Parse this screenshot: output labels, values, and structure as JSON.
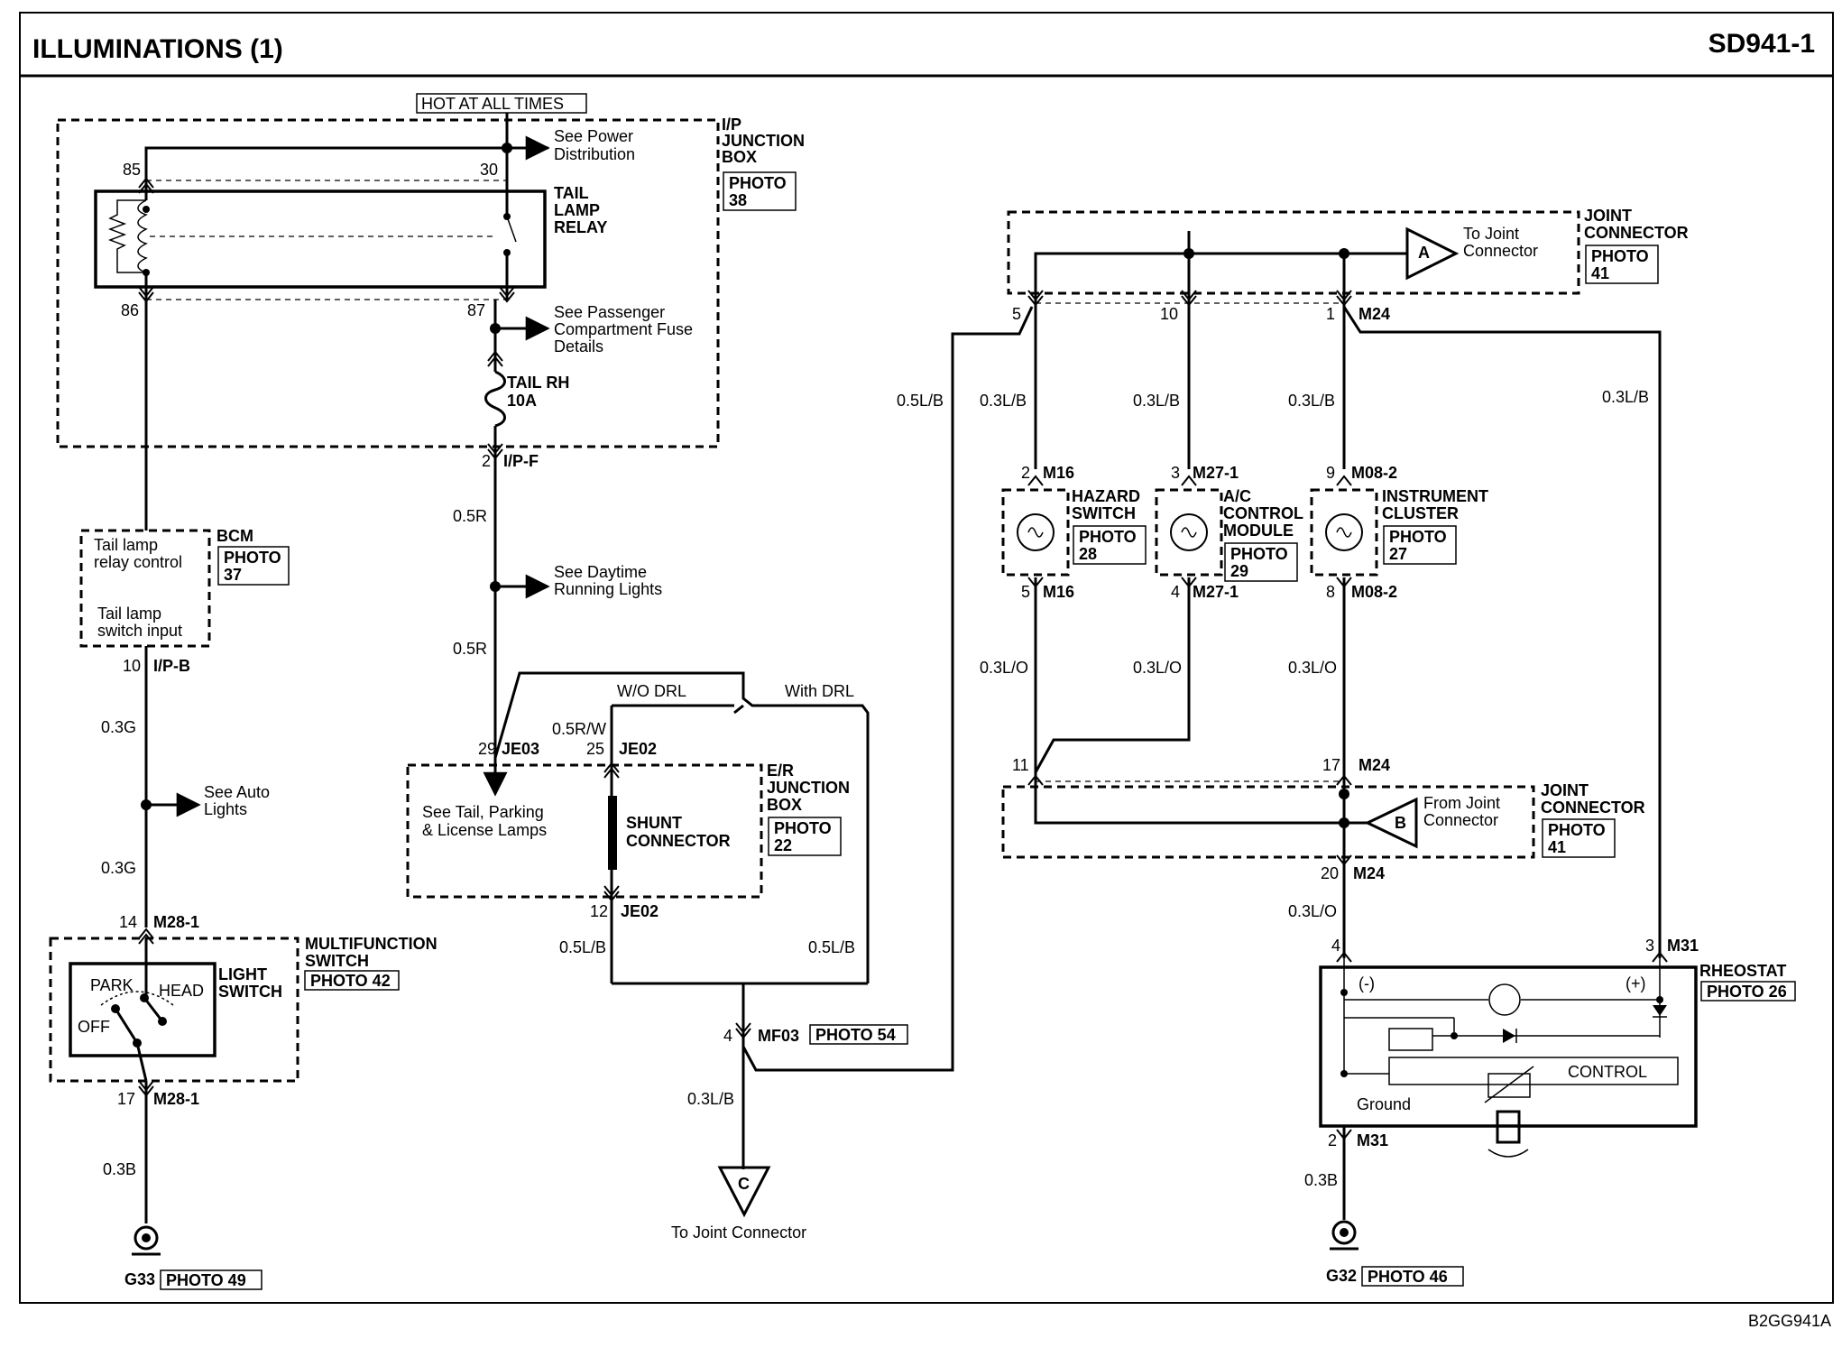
{
  "title": "ILLUMINATIONS (1)",
  "page_code": "SD941-1",
  "figure_code": "B2GG941A",
  "power_label": "HOT AT ALL TIMES",
  "ip_junction_box": {
    "name1": "I/P",
    "name2": "JUNCTION",
    "name3": "BOX",
    "photo": "PHOTO",
    "photo_no": "38"
  },
  "tail_lamp_relay": {
    "name1": "TAIL",
    "name2": "LAMP",
    "name3": "RELAY",
    "pin_85": "85",
    "pin_30": "30",
    "pin_86": "86",
    "pin_87": "87"
  },
  "see_power": {
    "line1": "See Power",
    "line2": "Distribution"
  },
  "see_passenger": {
    "line1": "See Passenger",
    "line2": "Compartment Fuse",
    "line3": "Details"
  },
  "fuse": {
    "name": "TAIL RH",
    "rating": "10A"
  },
  "ipf": {
    "pin": "2",
    "conn": "I/P-F"
  },
  "wire_05r_1": "0.5R",
  "wire_05r_2": "0.5R",
  "see_daytime": {
    "line1": "See Daytime",
    "line2": "Running Lights"
  },
  "bcm": {
    "name": "BCM",
    "photo": "PHOTO",
    "photo_no": "37",
    "text1": "Tail lamp",
    "text2": "relay control",
    "text3": "Tail lamp",
    "text4": "switch input",
    "pin": "10",
    "conn": "I/P-B"
  },
  "wire_03g_1": "0.3G",
  "wire_03g_2": "0.3G",
  "see_auto": {
    "line1": "See Auto",
    "line2": "Lights"
  },
  "multifunction_switch": {
    "name1": "MULTIFUNCTION",
    "name2": "SWITCH",
    "photo": "PHOTO 42",
    "switch1": "LIGHT",
    "switch2": "SWITCH",
    "park": "PARK",
    "head": "HEAD",
    "off": "OFF",
    "pin_top": "14",
    "conn_top": "M28-1",
    "pin_bot": "17",
    "conn_bot": "M28-1"
  },
  "wire_03b_left": "0.3B",
  "ground_left": {
    "name": "G33",
    "photo": "PHOTO 49"
  },
  "er_junction_box": {
    "name1": "E/R",
    "name2": "JUNCTION",
    "name3": "BOX",
    "photo": "PHOTO",
    "photo_no": "22",
    "shunt1": "SHUNT",
    "shunt2": "CONNECTOR",
    "see_tail1": "See Tail, Parking",
    "see_tail2": "& License Lamps",
    "pin_29": "29",
    "conn_je03": "JE03",
    "pin_25": "25",
    "conn_je02_top": "JE02",
    "pin_12": "12",
    "conn_je02_bot": "JE02"
  },
  "wo_drl": "W/O DRL",
  "with_drl": "With DRL",
  "wire_05rw": "0.5R/W",
  "wire_05lb_left": "0.5L/B",
  "wire_05lb_right": "0.5L/B",
  "mf03": {
    "pin": "4",
    "conn": "MF03",
    "photo": "PHOTO 54"
  },
  "wire_03lb_c": "0.3L/B",
  "connector_c": {
    "letter": "C",
    "label": "To Joint Connector"
  },
  "wire_05lb_long": "0.5L/B",
  "joint_top": {
    "name1": "JOINT",
    "name2": "CONNECTOR",
    "photo": "PHOTO",
    "photo_no": "41",
    "to_line1": "To Joint",
    "to_line2": "Connector",
    "letter": "A",
    "pin_5": "5",
    "pin_10": "10",
    "pin_1": "1",
    "conn": "M24"
  },
  "wire_03lb_a": "0.3L/B",
  "wire_03lb_b": "0.3L/B",
  "wire_03lb_c2": "0.3L/B",
  "wire_03lb_d": "0.3L/B",
  "hazard": {
    "name1": "HAZARD",
    "name2": "SWITCH",
    "photo": "PHOTO",
    "photo_no": "28",
    "pin_top": "2",
    "conn_top": "M16",
    "pin_bot": "5",
    "conn_bot": "M16"
  },
  "ac_control": {
    "name1": "A/C",
    "name2": "CONTROL",
    "name3": "MODULE",
    "photo": "PHOTO",
    "photo_no": "29",
    "pin_top": "3",
    "conn_top": "M27-1",
    "pin_bot": "4",
    "conn_bot": "M27-1"
  },
  "instrument": {
    "name1": "INSTRUMENT",
    "name2": "CLUSTER",
    "photo": "PHOTO",
    "photo_no": "27",
    "pin_top": "9",
    "conn_top": "M08-2",
    "pin_bot": "8",
    "conn_bot": "M08-2"
  },
  "wire_03lo_a": "0.3L/O",
  "wire_03lo_b": "0.3L/O",
  "wire_03lo_c": "0.3L/O",
  "joint_bottom": {
    "name1": "JOINT",
    "name2": "CONNECTOR",
    "photo": "PHOTO",
    "photo_no": "41",
    "from_line1": "From Joint",
    "from_line2": "Connector",
    "letter": "B",
    "pin_11": "11",
    "pin_17": "17",
    "conn_17": "M24",
    "pin_20": "20",
    "conn_20": "M24"
  },
  "wire_03lo_d": "0.3L/O",
  "rheostat": {
    "name": "RHEOSTAT",
    "photo": "PHOTO 26",
    "pin_4": "4",
    "pin_3": "3",
    "conn_3": "M31",
    "minus": "(-)",
    "plus": "(+)",
    "control": "CONTROL",
    "ground": "Ground",
    "pin_2": "2",
    "conn_2": "M31"
  },
  "wire_03b_right": "0.3B",
  "ground_right": {
    "name": "G32",
    "photo": "PHOTO 46"
  }
}
